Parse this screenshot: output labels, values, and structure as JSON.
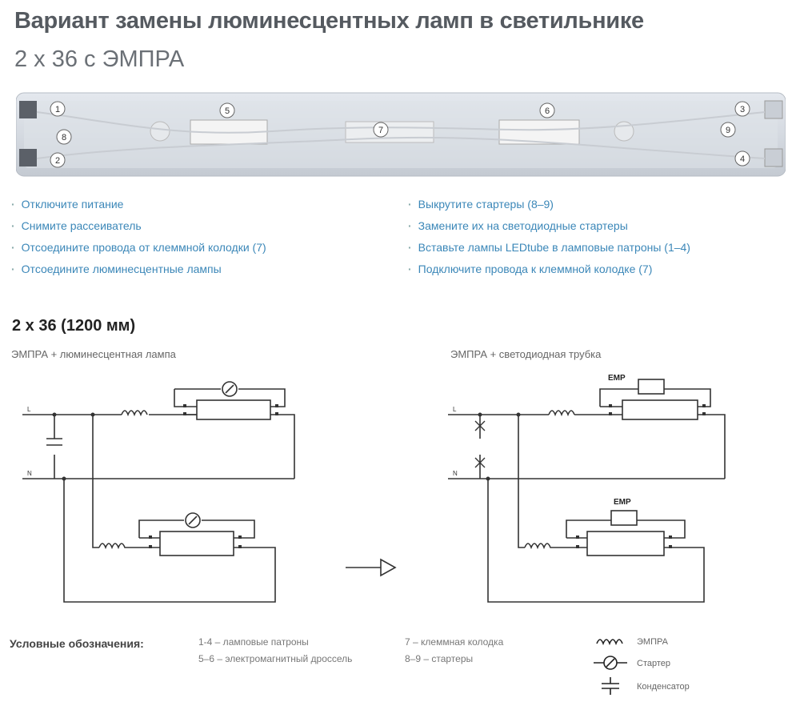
{
  "header": {
    "title_line1": "Вариант замены люминесцентных ламп в светильнике",
    "title_line2": "2 х 36 с ЭМПРА"
  },
  "photo": {
    "markers": [
      "1",
      "2",
      "3",
      "4",
      "5",
      "6",
      "7",
      "8",
      "9"
    ]
  },
  "steps_left": [
    "Отключите питание",
    "Снимите рассеиватель",
    "Отсоедините провода от клеммной колодки (7)",
    "Отсоедините люминесцентные лампы"
  ],
  "steps_right": [
    "Выкрутите стартеры (8–9)",
    "Замените их на светодиодные стартеры",
    "Вставьте лампы LEDtube в ламповые патроны (1–4)",
    "Подключите провода к клеммной колодке (7)"
  ],
  "section_title": "2 х 36 (1200 мм)",
  "diagram_left": {
    "caption": "ЭМПРА + люминесцентная лампа",
    "label_l": "L",
    "label_n": "N"
  },
  "diagram_right": {
    "caption": "ЭМПРА + светодиодная трубка",
    "label_l": "L",
    "label_n": "N",
    "emp_label": "EMP"
  },
  "legend": {
    "title": "Условные обозначения:",
    "items": [
      "1-4 – ламповые патроны",
      "5–6 – электромагнитный дроссель",
      "7 – клеммная колодка",
      "8–9 – стартеры"
    ],
    "symbols": [
      "ЭМПРА",
      "Стартер",
      "Конденсатор"
    ]
  },
  "colors": {
    "title": "#555a60",
    "steps": "#3b87b8",
    "wire": "#333333"
  }
}
